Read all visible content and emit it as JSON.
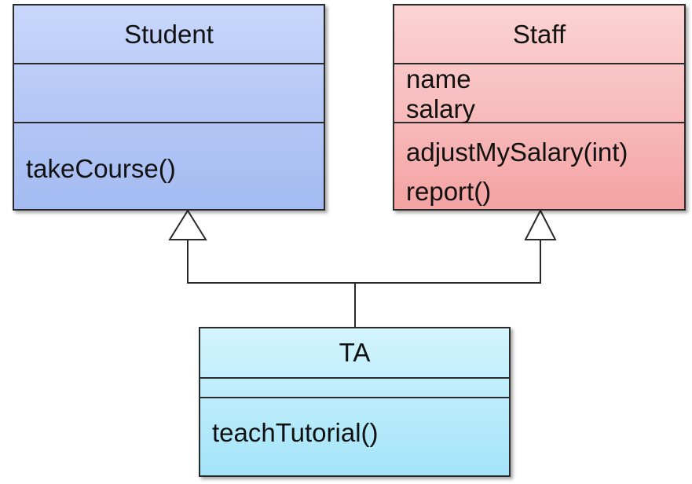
{
  "classes": {
    "student": {
      "name": "Student",
      "attributes": [],
      "operations": [
        "takeCourse()"
      ]
    },
    "staff": {
      "name": "Staff",
      "attributes": [
        "name",
        "salary"
      ],
      "operations": [
        "adjustMySalary(int)",
        "report()"
      ]
    },
    "ta": {
      "name": "TA",
      "attributes": [],
      "operations": [
        "teachTutorial()"
      ]
    }
  },
  "colors": {
    "student_fill": "#b5c8f6",
    "staff_fill": "#f8bdbd",
    "ta_fill": "#baecfb",
    "line": "#2a2a2a"
  }
}
